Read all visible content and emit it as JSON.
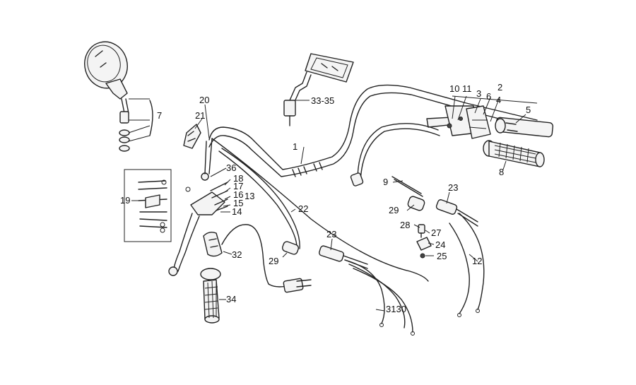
{
  "callouts": {
    "c1": "1",
    "c2": "2",
    "c3": "3",
    "c4": "4",
    "c5": "5",
    "c6": "6",
    "c7": "7",
    "c8": "8",
    "c9": "9",
    "c10": "10",
    "c11": "11",
    "c12": "12",
    "c13": "13",
    "c14": "14",
    "c15": "15",
    "c16": "16",
    "c17": "17",
    "c18": "18",
    "c19": "19",
    "c20": "20",
    "c21": "21",
    "c22": "22",
    "c23a": "23",
    "c23b": "23",
    "c24": "24",
    "c25": "25",
    "c27": "27",
    "c28": "28",
    "c29a": "29",
    "c29b": "29",
    "c30": "3130",
    "c32": "32",
    "c33": "33-35",
    "c34": "34",
    "c36": "36"
  }
}
